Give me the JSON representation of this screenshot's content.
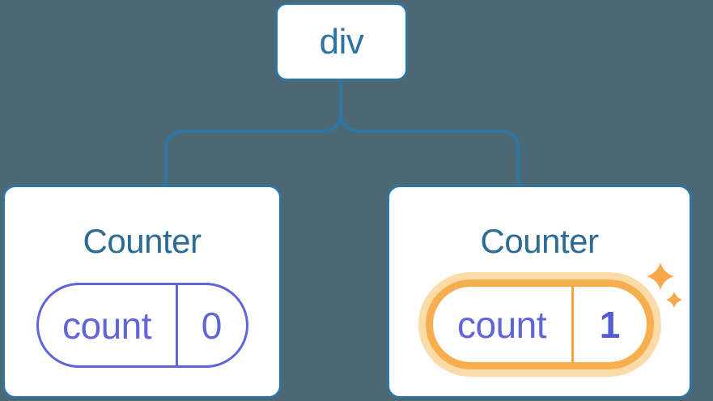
{
  "diagram": {
    "root": {
      "label": "div"
    },
    "children": [
      {
        "title": "Counter",
        "state": {
          "key": "count",
          "value": "0"
        },
        "highlighted": false
      },
      {
        "title": "Counter",
        "state": {
          "key": "count",
          "value": "1"
        },
        "highlighted": true
      }
    ]
  },
  "colors": {
    "background": "#4C6872",
    "node_fill": "#FFFFFF",
    "node_border_blue": "#2F75A4",
    "node_text_blue": "#2E74A3",
    "counter_title_blue": "#2B6C94",
    "state_purple": "#6065D8",
    "state_value_bold_purple": "#555BD2",
    "highlight_orange": "#F7AE4E",
    "highlight_glow": "#FBDCA8",
    "highlight_divider_orange": "#F2A63F",
    "sparkle_orange": "#F5A94B"
  },
  "icons": {
    "sparkles": "sparkles-icon"
  }
}
